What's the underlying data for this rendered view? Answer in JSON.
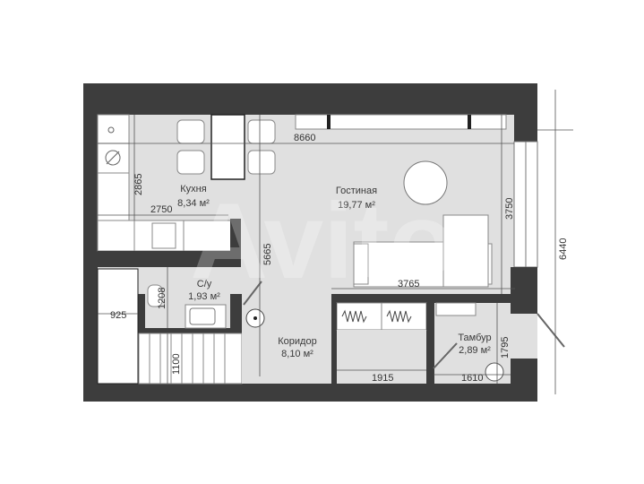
{
  "plan": {
    "colors": {
      "wall": "#3d3d3d",
      "floor": "#e0e0e0",
      "furniture": "#ffffff",
      "line": "#555555",
      "background": "#ffffff"
    },
    "rooms": [
      {
        "id": "kitchen",
        "name": "Кухня",
        "area": "8,34 м²"
      },
      {
        "id": "living",
        "name": "Гостиная",
        "area": "19,77 м²"
      },
      {
        "id": "bathroom",
        "name": "С/у",
        "area": "1,93 м²"
      },
      {
        "id": "corridor",
        "name": "Коридор",
        "area": "8,10 м²"
      },
      {
        "id": "vestibule",
        "name": "Тамбур",
        "area": "2,89 м²"
      }
    ],
    "dimensions": {
      "d8660": "8660",
      "d2865": "2865",
      "d2750": "2750",
      "d3750": "3750",
      "d5665": "5665",
      "d6440": "6440",
      "d3765": "3765",
      "d1208": "1208",
      "d925": "925",
      "d1100": "1100",
      "d1915": "1915",
      "d1795": "1795",
      "d1610": "1610"
    },
    "watermark": "Avito"
  }
}
